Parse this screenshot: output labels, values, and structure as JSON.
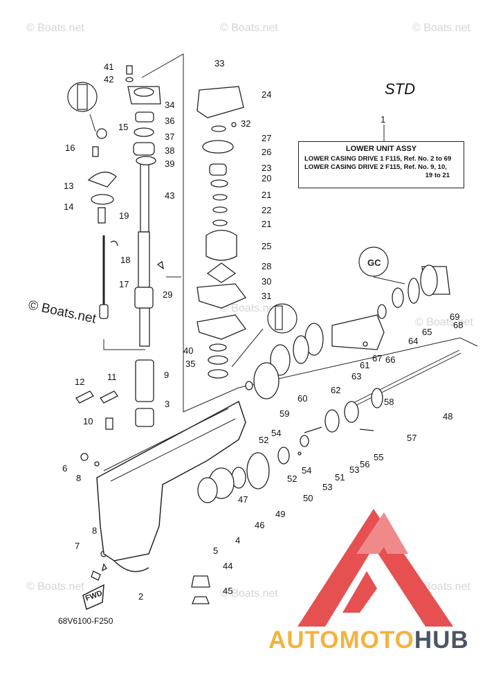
{
  "std_label": "STD",
  "spec_box": {
    "ref": "1",
    "title": "LOWER UNIT ASSY",
    "line1": "LOWER CASING DRIVE 1 F115, Ref. No. 2 to 69",
    "line2": "LOWER CASING DRIVE 2 F115, Ref. No. 9, 10,",
    "line3": "19 to 21"
  },
  "watermark": "© Boats.net",
  "diagram_code": "68V6100-F250",
  "fwd_label": "FWD",
  "brand": {
    "part1": "AUTOMOTO",
    "part2": "HUB",
    "color1": "#f5b23c",
    "color2": "#4a5566",
    "logo_color": "#e65050"
  },
  "callouts": [
    "2",
    "3",
    "4",
    "5",
    "6",
    "7",
    "8",
    "8",
    "9",
    "10",
    "11",
    "12",
    "13",
    "14",
    "15",
    "16",
    "17",
    "18",
    "19",
    "20",
    "21",
    "21",
    "22",
    "23",
    "24",
    "25",
    "26",
    "27",
    "28",
    "29",
    "30",
    "31",
    "32",
    "33",
    "34",
    "35",
    "36",
    "37",
    "38",
    "39",
    "40",
    "41",
    "42",
    "43",
    "44",
    "45",
    "46",
    "47",
    "48",
    "49",
    "50",
    "51",
    "52",
    "52",
    "53",
    "53",
    "54",
    "54",
    "55",
    "56",
    "57",
    "58",
    "59",
    "60",
    "61",
    "62",
    "63",
    "64",
    "65",
    "66",
    "67",
    "68",
    "69"
  ]
}
